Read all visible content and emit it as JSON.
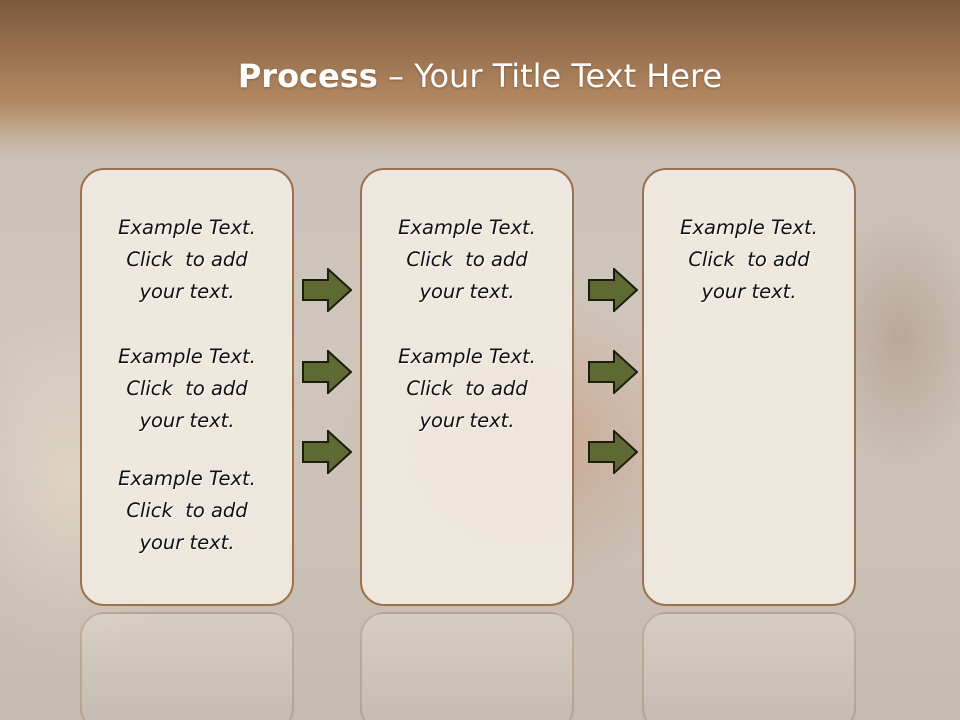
{
  "slide": {
    "title_bold": "Process",
    "title_rest": "  – Your Title Text Here"
  },
  "columns": [
    {
      "items": [
        {
          "line1": "Example Text.",
          "line2": "Click  to add",
          "line3": "your text."
        },
        {
          "line1": "Example Text.",
          "line2": "Click  to add",
          "line3": "your text."
        },
        {
          "line1": "Example Text.",
          "line2": "Click  to add",
          "line3": "your text."
        }
      ]
    },
    {
      "items": [
        {
          "line1": "Example Text.",
          "line2": "Click  to add",
          "line3": "your text."
        },
        {
          "line1": "Example Text.",
          "line2": "Click  to add",
          "line3": "your text."
        }
      ]
    },
    {
      "items": [
        {
          "line1": "Example Text.",
          "line2": "Click  to add",
          "line3": "your text."
        }
      ]
    }
  ],
  "colors": {
    "title_band": "#9b7350",
    "box_border": "#9b7350",
    "arrow_fill": "#5e6a32",
    "arrow_stroke": "#1e1e10"
  },
  "arrow_icon": "right-arrow-icon"
}
